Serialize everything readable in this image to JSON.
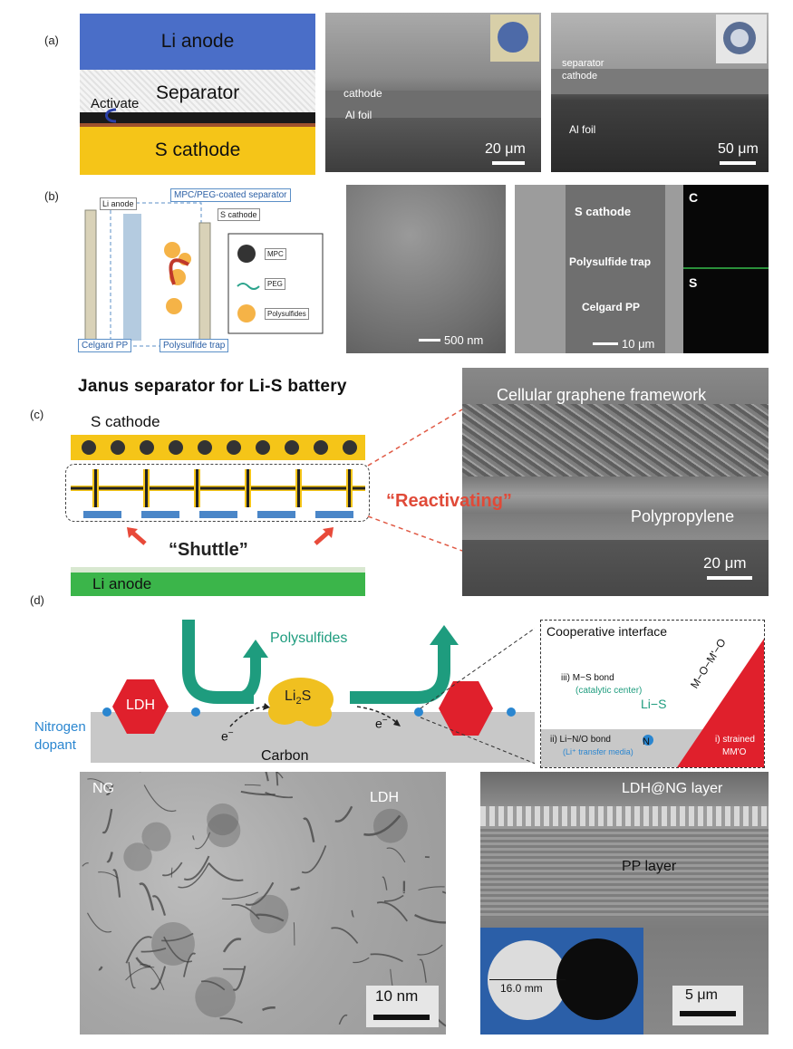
{
  "panels": {
    "a": {
      "letter": "(a)",
      "schematic": {
        "anode": "Li anode",
        "separator": "Separator",
        "activate": "Activate",
        "cathode": "S cathode"
      },
      "sem1": {
        "label1": "cathode",
        "label2": "Al foil",
        "scale": "20 μm"
      },
      "sem2": {
        "label1": "separator",
        "label2": "cathode",
        "label3": "Al foil",
        "scale": "50 μm"
      }
    },
    "b": {
      "letter": "(b)",
      "schematic": {
        "anode": "Li anode",
        "coated": "MPC/PEG-coated separator",
        "cathode": "S cathode",
        "legend_mpc": "MPC",
        "legend_peg": "PEG",
        "legend_ps": "Polysulfides",
        "celgard": "Celgard PP",
        "trap": "Polysulfide trap"
      },
      "sem1": {
        "scale": "500 nm"
      },
      "sem2": {
        "cathode": "S cathode",
        "trap": "Polysulfide trap",
        "celgard": "Celgard PP",
        "scale": "10 μm",
        "map_c": "C",
        "map_s": "S"
      }
    },
    "c": {
      "letter": "(c)",
      "title": "Janus separator for Li-S battery",
      "cathode": "S cathode",
      "anode": "Li anode",
      "shuttle": "“Shuttle”",
      "reactivating": "“Reactivating”",
      "sem": {
        "top": "Cellular graphene framework",
        "bottom": "Polypropylene",
        "scale": "20 μm"
      }
    },
    "d": {
      "letter": "(d)",
      "schematic": {
        "polysulfides": "Polysulfides",
        "li2s_main": "Li",
        "li2s_sub": "2",
        "li2s_end": "S",
        "ldh": "LDH",
        "nitrogen": "Nitrogen",
        "dopant": "dopant",
        "carbon": "Carbon",
        "electron": "e",
        "electron_sup": "−"
      },
      "inset": {
        "title": "Cooperative interface",
        "ms_bond": "iii) M−S bond",
        "catalytic": "(catalytic center)",
        "lis": "Li−S",
        "n": "N",
        "lino_bond": "ii) Li−N/O bond",
        "li_transfer": "(Li⁺ transfer media)",
        "strained1": "i) strained",
        "strained2": "MM'O",
        "mom": "M−O−M'−O"
      },
      "tem": {
        "ng": "NG",
        "ldh": "LDH",
        "scale": "10 nm"
      },
      "sem": {
        "top": "LDH@NG layer",
        "mid": "PP layer",
        "scale": "5 μm",
        "disc": "16.0 mm"
      }
    }
  },
  "colors": {
    "anode_blue": "#4a6ec8",
    "cathode_yellow": "#f5c518",
    "li_green": "#3bb54a",
    "teal": "#1e9c7e",
    "ldh_red": "#e0202c",
    "dot_blue": "#2a86d0",
    "dashed_red": "#e05a45"
  }
}
